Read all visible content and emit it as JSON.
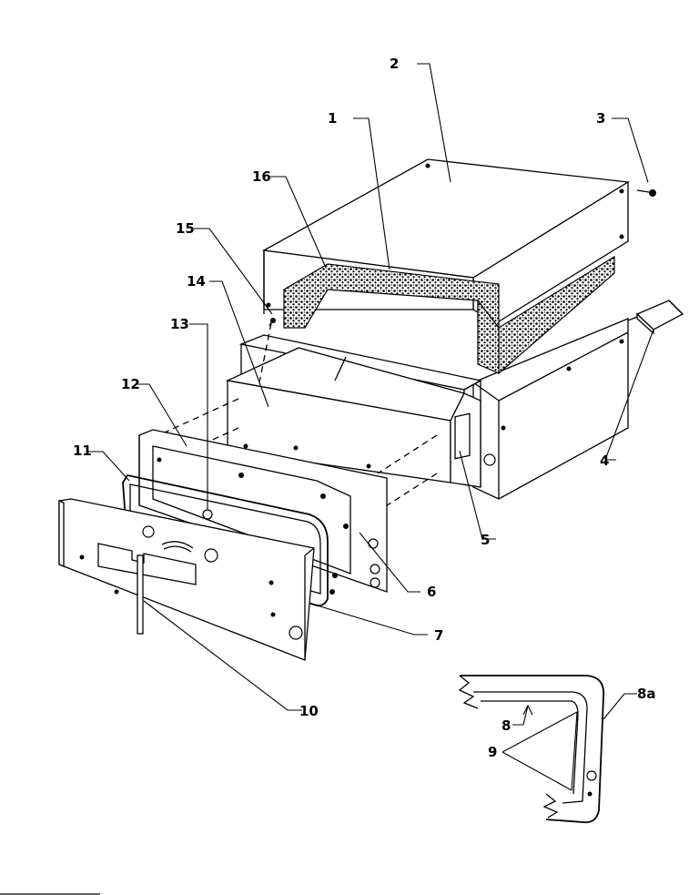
{
  "callouts": [
    {
      "id": "c1",
      "label": "1"
    },
    {
      "id": "c2",
      "label": "2"
    },
    {
      "id": "c3",
      "label": "3"
    },
    {
      "id": "c4",
      "label": "4"
    },
    {
      "id": "c5",
      "label": "5"
    },
    {
      "id": "c6",
      "label": "6"
    },
    {
      "id": "c7",
      "label": "7"
    },
    {
      "id": "c8",
      "label": "8"
    },
    {
      "id": "c8a",
      "label": "8a"
    },
    {
      "id": "c9",
      "label": "9"
    },
    {
      "id": "c10",
      "label": "10"
    },
    {
      "id": "c11",
      "label": "11"
    },
    {
      "id": "c12",
      "label": "12"
    },
    {
      "id": "c13",
      "label": "13"
    },
    {
      "id": "c14",
      "label": "14"
    },
    {
      "id": "c15",
      "label": "15"
    },
    {
      "id": "c16",
      "label": "16"
    }
  ]
}
